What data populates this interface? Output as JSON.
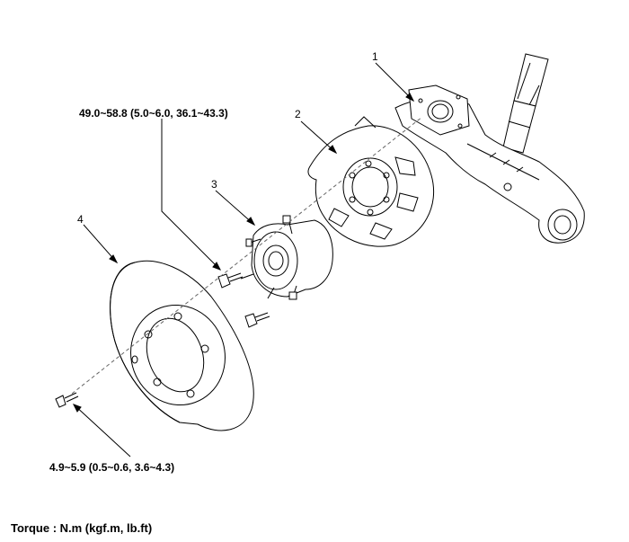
{
  "callouts": {
    "part1": "1",
    "part2": "2",
    "part3": "3",
    "part4": "4"
  },
  "specs": {
    "hub_bolt": "49.0~58.8 (5.0~6.0, 36.1~43.3)",
    "disc_screw": "4.9~5.9 (0.5~0.6, 3.6~4.3)"
  },
  "torque_unit_label": "Torque : N.m (kgf.m, lb.ft)"
}
